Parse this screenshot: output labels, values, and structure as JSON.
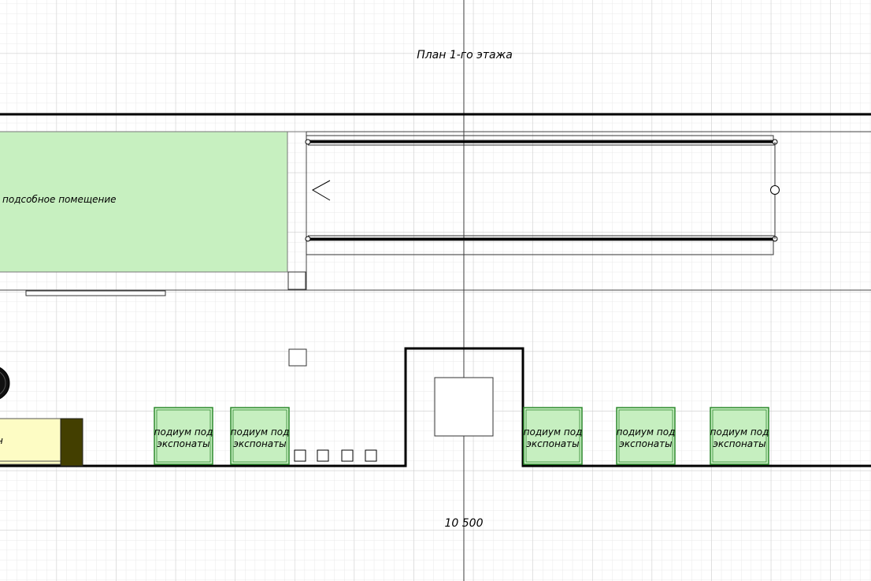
{
  "drawing": {
    "title": "План 1-го этажа",
    "dimension_label": "10 500",
    "room_label": "подсобное помещение",
    "podium_labels": [
      [
        "подиум под",
        "экспонаты"
      ],
      [
        "подиум под",
        "экспонаты"
      ],
      [
        "подиум под",
        "экспонаты"
      ],
      [
        "подиум под",
        "экспонаты"
      ],
      [
        "подиум под",
        "экспонаты"
      ]
    ],
    "partial_label": "н",
    "colors": {
      "room_fill": "#c7f0c0",
      "podium_fill": "#c6efc0",
      "podium_stroke": "#2f8a2f",
      "yellow_fill": "#fdfcc4",
      "dark_block": "#433f00",
      "grid_minor": "#e4e4e4",
      "grid_major": "#c4c4c4"
    }
  }
}
